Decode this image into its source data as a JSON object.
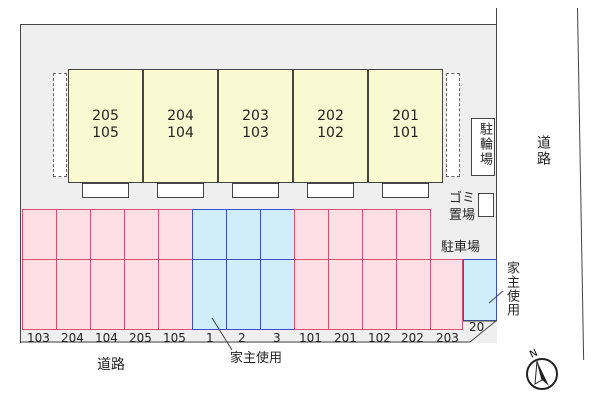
{
  "units": [
    {
      "upper": "205",
      "lower": "105"
    },
    {
      "upper": "204",
      "lower": "104"
    },
    {
      "upper": "203",
      "lower": "103"
    },
    {
      "upper": "202",
      "lower": "102"
    },
    {
      "upper": "201",
      "lower": "101"
    }
  ],
  "labels": {
    "bicycle": "駐輪場",
    "garbage_1": "ゴミ",
    "garbage_2": "置場",
    "road_right": "道路",
    "road_bottom": "道路",
    "parking": "駐車場",
    "owner_use": "家主使用",
    "owner_use_right": "家主使用",
    "space_20": "20"
  },
  "spaces": [
    "103",
    "204",
    "104",
    "205",
    "",
    "105",
    "1",
    "2",
    "3",
    "101",
    "201",
    "102",
    "202",
    "203"
  ],
  "colors": {
    "tenant": "#ffdfe6",
    "owner": "#cfeefc"
  }
}
